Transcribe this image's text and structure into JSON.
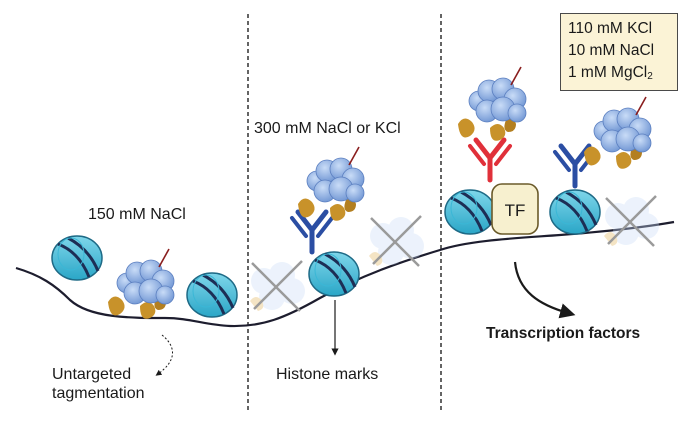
{
  "panels": [
    {
      "condition": "150 mM NaCl",
      "target_label_line1": "Untargeted",
      "target_label_line2": "tagmentation"
    },
    {
      "condition": "300 mM NaCl or KCl",
      "target_label": "Histone marks"
    },
    {
      "buffer": {
        "line1": "110 mM KCl",
        "line2": "10 mM NaCl",
        "line3_main": "1 mM MgCl",
        "line3_sub": "2"
      },
      "tf_label": "TF",
      "target_label": "Transcription factors"
    }
  ],
  "colors": {
    "nucleosome": "#4fc3dd",
    "nucleosome_stroke": "#1e6a86",
    "transposase": "#8fb4e6",
    "antibody_blue": "#2b4ea3",
    "antibody_red": "#e0303a",
    "protein_a": "#c8922a",
    "tf_fill": "#f7f0cf",
    "dna": "#1d1d2e"
  }
}
